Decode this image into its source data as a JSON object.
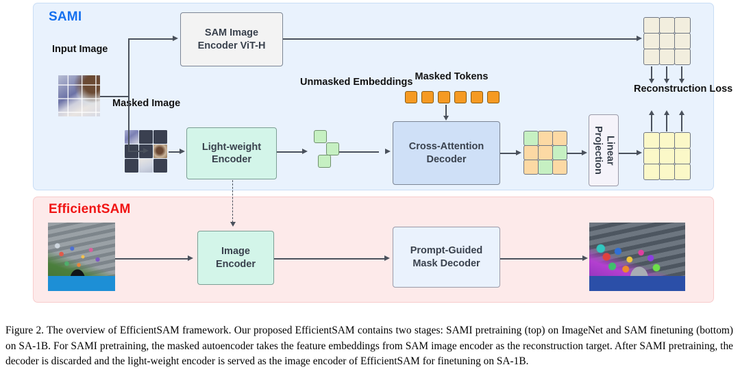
{
  "figure": {
    "caption": "Figure 2. The overview of EfficientSAM framework. Our proposed EfficientSAM contains two stages: SAMI pretraining (top) on ImageNet and SAM finetuning (bottom) on SA-1B. For SAMI pretraining, the masked autoencoder takes the feature embeddings from SAM image encoder as the reconstruction target. After SAMI pretraining, the decoder is discarded and the light-weight encoder is served as the image encoder of EfficientSAM for finetuning on SA-1B."
  },
  "colors": {
    "sami_panel_bg": "#e9f2fd",
    "sami_panel_border": "#c8ddf5",
    "sami_title": "#1570ef",
    "efficientsam_panel_bg": "#fdeaea",
    "efficientsam_panel_border": "#f8cccc",
    "efficientsam_title": "#f01414",
    "sam_encoder_box": "#f3f3f3",
    "lightweight_encoder_box": "#d3f5e9",
    "cross_attention_box": "#cfe0f7",
    "linear_projection_box": "#f5f3fa",
    "image_encoder_box": "#d3f5e9",
    "mask_decoder_box": "#eaf2fd",
    "masked_token": "#f59a23",
    "unmasked_embedding": "#c6f0c2",
    "decoded_orange_cell": "#fcd9a4",
    "target_grid_cell": "#f2eede",
    "recon_grid_cell": "#fbf8c8",
    "connector": "#4a515c",
    "node_text": "#39414d",
    "label_text": "#111111"
  },
  "sami": {
    "title": "SAMI",
    "labels": {
      "input_image": [
        "Input",
        "Image"
      ],
      "masked_image": [
        "Masked",
        "Image"
      ],
      "unmasked_embeddings": [
        "Unmasked",
        "Embeddings"
      ],
      "masked_tokens": [
        "Masked Tokens"
      ],
      "reconstruction_loss": [
        "Reconstruction",
        "Loss"
      ]
    },
    "nodes": {
      "sam_image_encoder": [
        "SAM Image",
        "Encoder ViT-H"
      ],
      "lightweight_encoder": [
        "Light-weight",
        "Encoder"
      ],
      "cross_attention_decoder": [
        "Cross-Attention",
        "Decoder"
      ],
      "linear_projection": [
        "Linear",
        "Projection"
      ]
    },
    "masked_tokens_count": 6,
    "unmasked_embeddings_count": 3,
    "masked_image_patches": [
      "visible",
      "hidden",
      "hidden",
      "hidden",
      "hidden",
      "visible",
      "hidden",
      "visible",
      "hidden"
    ],
    "decoded_grid_cells": [
      "green",
      "orange",
      "orange",
      "orange",
      "orange",
      "green",
      "orange",
      "green",
      "orange"
    ],
    "target_grid_cells": [
      "beige",
      "beige",
      "beige",
      "beige",
      "beige",
      "beige",
      "beige",
      "beige",
      "beige"
    ],
    "reconstruction_grid_cells": [
      "yellow",
      "yellow",
      "yellow",
      "yellow",
      "yellow",
      "yellow",
      "yellow",
      "yellow",
      "yellow"
    ]
  },
  "efficientsam": {
    "title": "EfficientSAM",
    "nodes": {
      "image_encoder": [
        "Image",
        "Encoder"
      ],
      "prompt_guided_mask_decoder": [
        "Prompt-Guided",
        "Mask Decoder"
      ]
    },
    "images": {
      "input_photo": "stadium-crowd-orca-photo",
      "output_photo": "segmented-stadium-crowd-orca-photo"
    }
  }
}
